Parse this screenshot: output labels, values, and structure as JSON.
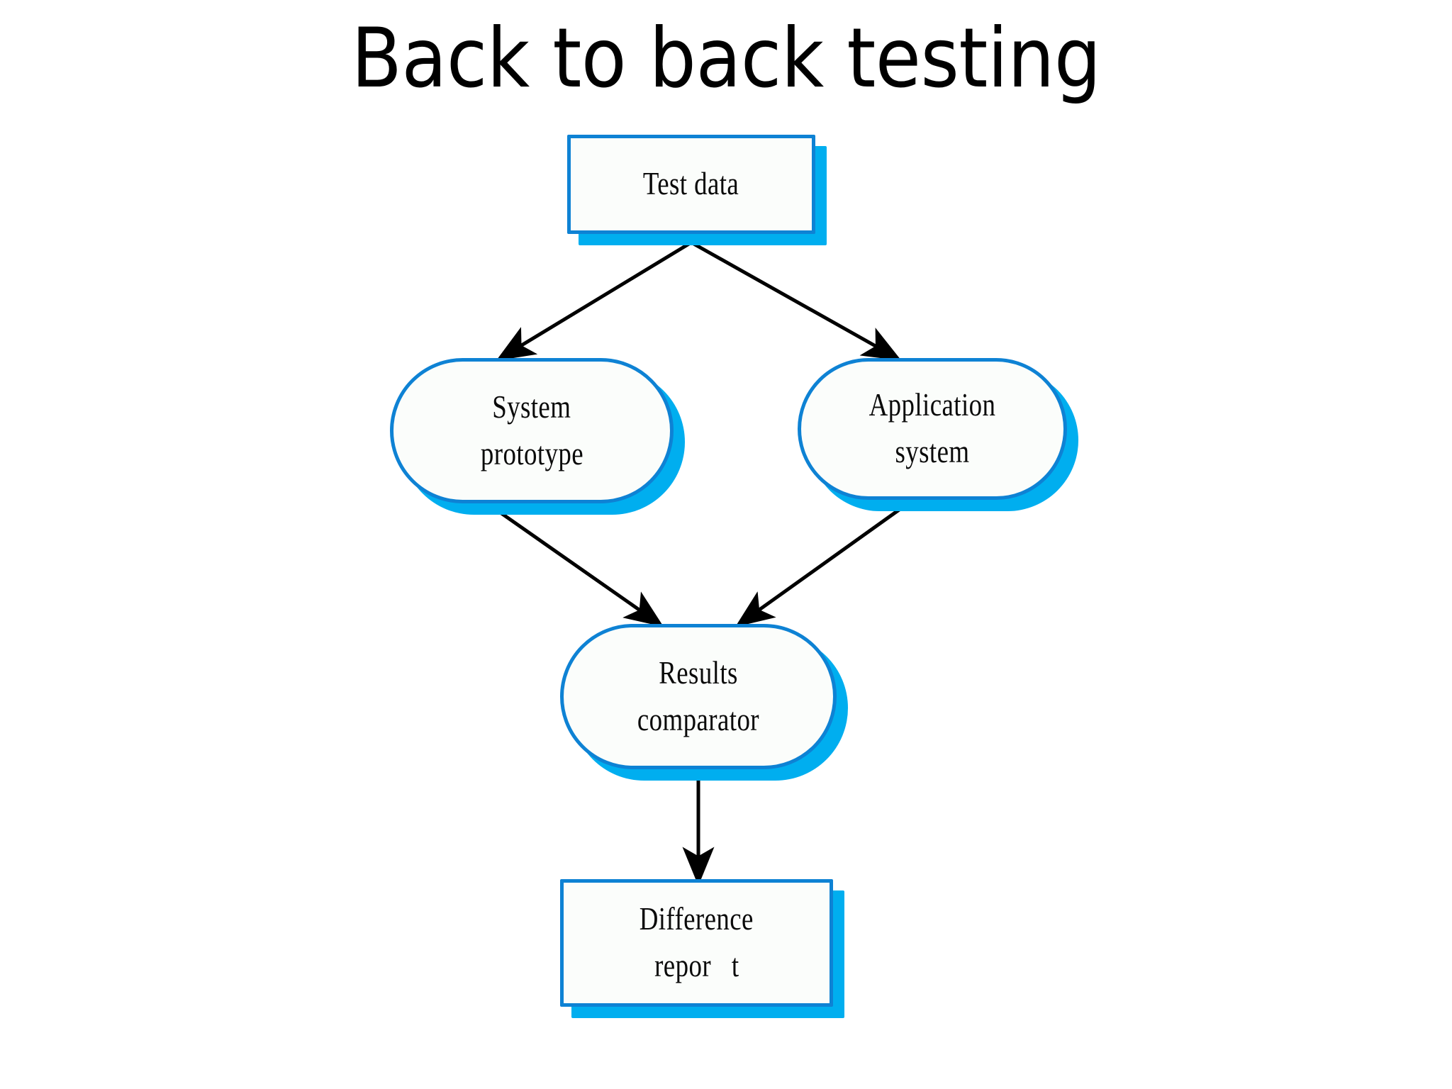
{
  "slide": {
    "title": "Back to back testing",
    "background_color": "#ffffff"
  },
  "theme": {
    "node_border_color": "#0E82D4",
    "node_fill_color": "#fbfdfb",
    "node_shadow_color": "#00AEEF",
    "arrow_color": "#000000",
    "text_color": "#000000"
  },
  "diagram": {
    "type": "flowchart",
    "nodes": [
      {
        "id": "test-data",
        "shape": "rectangle",
        "lines": [
          "Test data"
        ],
        "line1": "Test data",
        "line2": ""
      },
      {
        "id": "system-prototype",
        "shape": "stadium",
        "lines": [
          "System",
          "prototype"
        ],
        "line1": "System",
        "line2": "prototype"
      },
      {
        "id": "application-system",
        "shape": "stadium",
        "lines": [
          "Application",
          "system"
        ],
        "line1": "Application",
        "line2": "system"
      },
      {
        "id": "results-comparator",
        "shape": "stadium",
        "lines": [
          "Results",
          "comparator"
        ],
        "line1": "Results",
        "line2": "comparator"
      },
      {
        "id": "difference-report",
        "shape": "rectangle",
        "lines": [
          "Difference",
          "repor   t"
        ],
        "line1": "Difference",
        "line2": "repor   t"
      }
    ],
    "edges": [
      {
        "from": "test-data",
        "to": "system-prototype"
      },
      {
        "from": "test-data",
        "to": "application-system"
      },
      {
        "from": "system-prototype",
        "to": "results-comparator"
      },
      {
        "from": "application-system",
        "to": "results-comparator"
      },
      {
        "from": "results-comparator",
        "to": "difference-report"
      }
    ]
  }
}
